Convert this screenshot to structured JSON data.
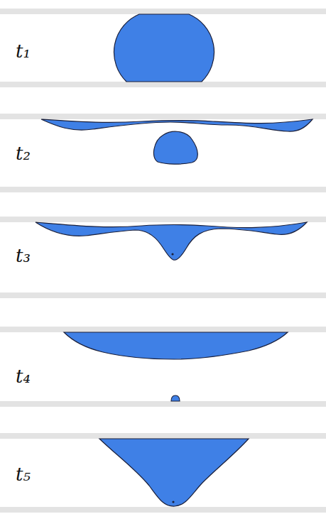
{
  "diagram": {
    "labels": [
      "t₁",
      "t₂",
      "t₃",
      "t₄",
      "t₅"
    ]
  }
}
